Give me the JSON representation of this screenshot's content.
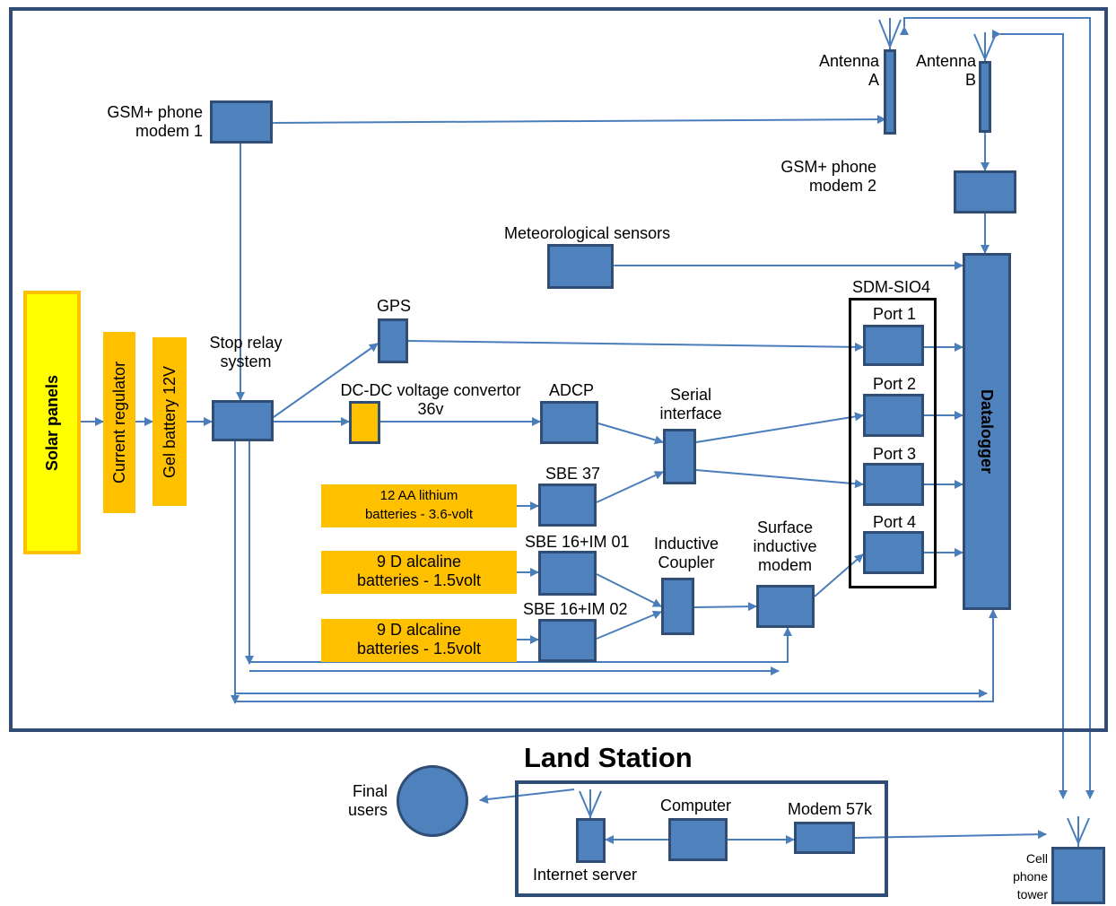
{
  "colors": {
    "box_fill": "#4f81bd",
    "box_border": "#2f4d75",
    "battery_fill": "#ffc000",
    "solar_fill": "#ffff00",
    "solar_border": "#ffc000",
    "wire": "#4a7ebb"
  },
  "components": {
    "gsm_modem_1": "GSM+ phone\nmodem 1",
    "antenna_a": "Antenna\nA",
    "antenna_b": "Antenna\nB",
    "gsm_modem_2": "GSM+ phone\nmodem 2",
    "met_sensors": "Meteorological sensors",
    "solar_panels": "Solar panels",
    "current_regulator": "Current regulator",
    "gel_battery": "Gel battery 12V",
    "stop_relay": "Stop relay\nsystem",
    "gps": "GPS",
    "dcdc": "DC-DC voltage convertor\n36v",
    "adcp": "ADCP",
    "serial_interface": "Serial\ninterface",
    "sbe37": "SBE 37",
    "lithium_batteries": "12 AA lithium\nbatteries - 3.6-volt",
    "alkaline_1": "9 D alcaline\nbatteries - 1.5volt",
    "alkaline_2": "9 D alcaline\nbatteries - 1.5volt",
    "sbe16_01": "SBE 16+IM 01",
    "sbe16_02": "SBE 16+IM 02",
    "inductive_coupler": "Inductive\nCoupler",
    "surface_modem": "Surface\ninductive\nmodem",
    "sdm": "SDM-SIO4",
    "port1": "Port 1",
    "port2": "Port 2",
    "port3": "Port 3",
    "port4": "Port 4",
    "datalogger": "Datalogger"
  },
  "land_station": {
    "title": "Land Station",
    "final_users": "Final\nusers",
    "computer": "Computer",
    "modem": "Modem 57k",
    "internet_server": "Internet server",
    "cell_tower": "Cell\nphone\ntower"
  }
}
